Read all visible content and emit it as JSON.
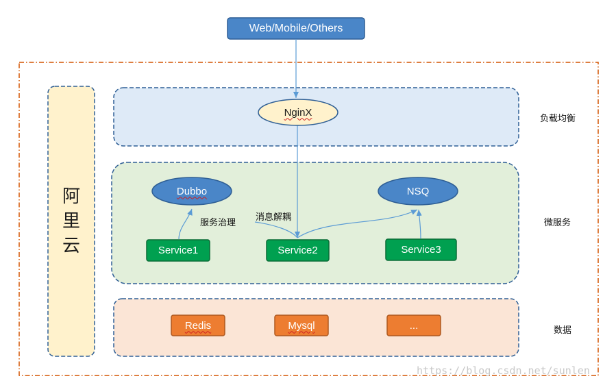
{
  "client": {
    "label": "Web/Mobile/Others"
  },
  "cloud": {
    "label": "阿里云"
  },
  "layers": {
    "load_balance": {
      "label": "负载均衡",
      "nginx": "NginX"
    },
    "microservice": {
      "label": "微服务",
      "dubbo": "Dubbo",
      "nsq": "NSQ",
      "services": [
        "Service1",
        "Service2",
        "Service3"
      ],
      "annotation_governance": "服务治理",
      "annotation_decouple": "消息解耦"
    },
    "data": {
      "label": "数据",
      "stores": [
        "Redis",
        "Mysql",
        "..."
      ]
    }
  },
  "watermark": "https://blog.csdn.net/sunlen",
  "colors": {
    "blue_box": "#4a86c8",
    "blue_box_border": "#2f5f95",
    "green_box": "#00a050",
    "orange_box": "#ed7d31",
    "lb_panel": "#deeaf7",
    "ms_panel": "#e2efda",
    "data_panel": "#fbe5d6",
    "cloud_panel": "#fff2cc",
    "nginx_fill": "#fff2cc",
    "outer_border": "#d35400",
    "arrow": "#5b9bd5"
  }
}
